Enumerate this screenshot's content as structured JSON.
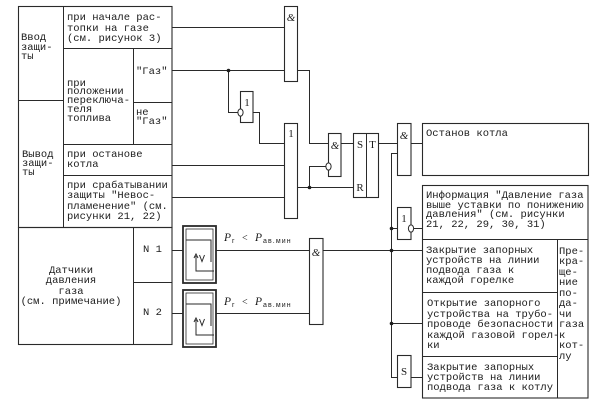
{
  "protection_enable": {
    "label": "Ввод\nзащи-\nты",
    "gas_firing_start": "при начале рас-\nтопки на газе\n(см. рисунок 3)",
    "fuel_switch_position": "при\nположении\nпереключа-\nтеля\nтоплива",
    "gas": "\"Газ\"",
    "not_gas": "не\n\"Газ\""
  },
  "protection_disable": {
    "label": "Вывод\nзащи-\nты",
    "boiler_stop": "при останове\nкотла",
    "flame_failure": "при срабатывании\nзащиты \"Невос-\nпламенение\" (см.\nрисунки 21, 22)"
  },
  "sensors": {
    "label": "Датчики\nдавления\nгаза\n(см. примечание)",
    "n1": "N 1",
    "n2": "N 2",
    "condition": {
      "p": "P",
      "p_sub": "г",
      "op": "<",
      "p2": "P",
      "p2_sub": "ав.мин"
    }
  },
  "gates": {
    "and": "&",
    "or": "1",
    "not": "1",
    "set": "S",
    "reset": "R",
    "trigger": "T"
  },
  "outputs": {
    "boiler_stop": "Останов котла",
    "info": "Информация \"Давление газа\nвыше уставки по понижению\nдавления\" (см. рисунки\n21, 22, 29, 30, 31)",
    "close_burner_valves": "Закрытие запорных\nустройств на линии\nподвода газа к\nкаждой горелке",
    "open_safety_valve": "Открытие запорного\nустройства на трубо-\nпроводе безопасности\nкаждой газовой горел-\nки",
    "close_boiler_valves": "Закрытие запорных\nустройств на линии\nподвода газа к котлу",
    "gas_supply_stop": "Пре-\nкра-\nще-\nние\nпо-\nда-\nчи\nгаза\nк\nкот-\nлу"
  }
}
